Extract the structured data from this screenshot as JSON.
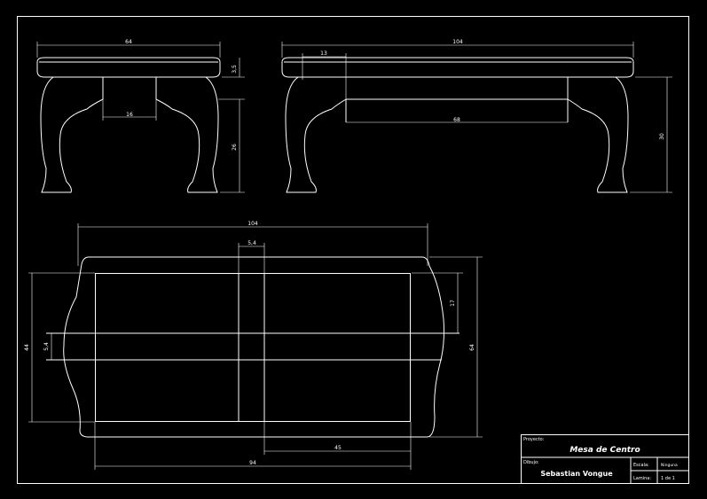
{
  "colors": {
    "background": "#000000",
    "lines": "#ffffff"
  },
  "dimensions": {
    "front_width": "64",
    "front_top_thickness": "3,5",
    "front_leg_gap": "16",
    "front_leg_height": "26",
    "side_total": "104",
    "side_overhang": "13",
    "side_inner": "68",
    "side_height": "30",
    "plan_total": "104",
    "plan_center_rail": "5,4",
    "plan_right_17": "17",
    "plan_left_44": "44",
    "plan_left_small": "5,4",
    "plan_depth": "64",
    "plan_bottom_94": "94",
    "plan_bottom_45": "45"
  },
  "title_block": {
    "proyecto_label": "Proyecto:",
    "proyecto_value": "Mesa de Centro",
    "dibujo_label": "Dibujo:",
    "dibujo_value": "Sebastian Vongue",
    "escala_label": "Escala:",
    "escala_value": "Ninguna",
    "lamina_label": "Lamina:",
    "lamina_value": "1 de 1"
  }
}
